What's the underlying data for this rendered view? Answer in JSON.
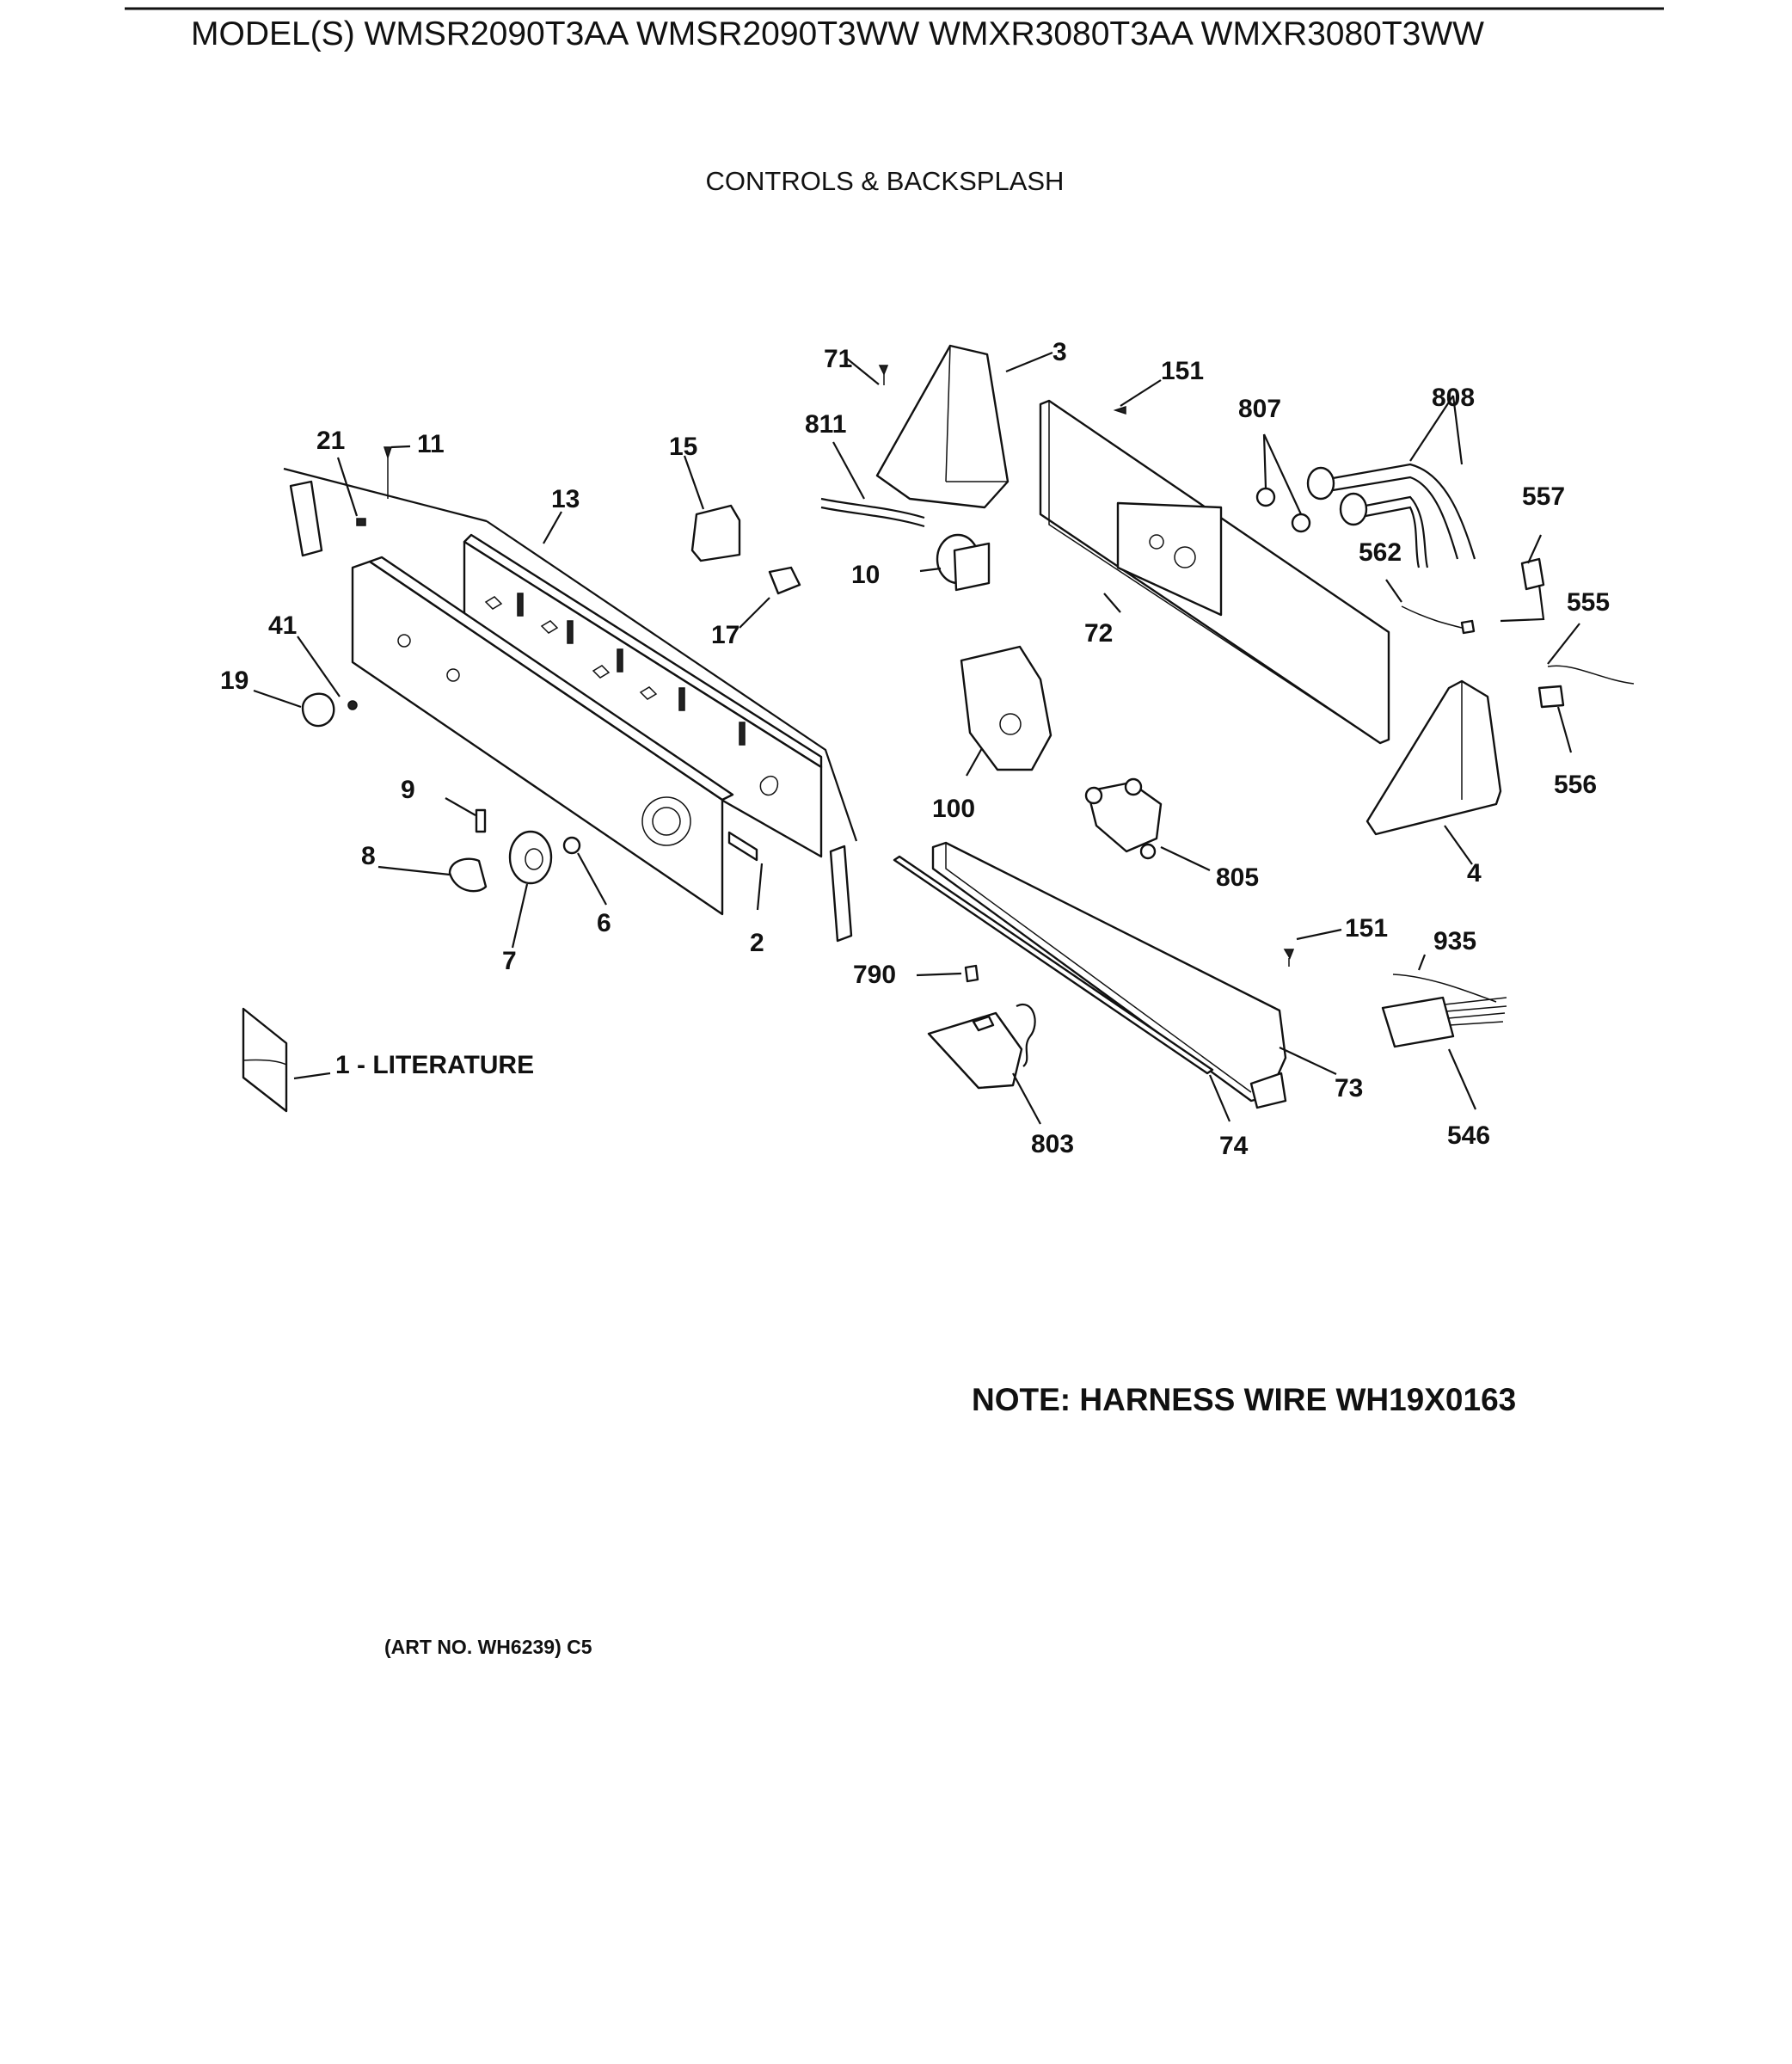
{
  "header": {
    "models": "MODEL(S) WMSR2090T3AA  WMSR2090T3WW  WMXR3080T3AA  WMXR3080T3WW",
    "section_title": "CONTROLS & BACKSPLASH"
  },
  "callouts": {
    "p71": "71",
    "p3": "3",
    "p151a": "151",
    "p807": "807",
    "p808": "808",
    "p811": "811",
    "p21": "21",
    "p11": "11",
    "p15": "15",
    "p13": "13",
    "p557": "557",
    "p562": "562",
    "p555": "555",
    "p10": "10",
    "p17": "17",
    "p72": "72",
    "p41": "41",
    "p19": "19",
    "p556": "556",
    "p100": "100",
    "p9": "9",
    "p8": "8",
    "p6": "6",
    "p7": "7",
    "p2": "2",
    "p805": "805",
    "p4": "4",
    "p151b": "151",
    "p935": "935",
    "p790": "790",
    "p73": "73",
    "p803": "803",
    "p74": "74",
    "p546": "546",
    "literature": "1 - LITERATURE"
  },
  "note": "NOTE: HARNESS WIRE WH19X0163",
  "art_number": "(ART NO. WH6239) C5"
}
